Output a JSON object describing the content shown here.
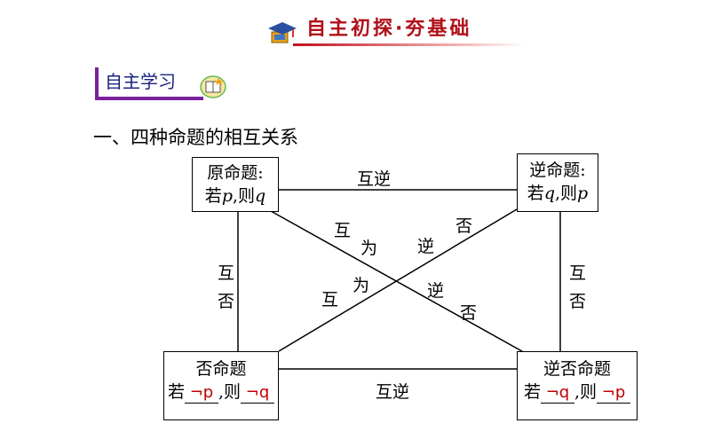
{
  "banner": {
    "title": "自主初探·夯基础",
    "icon": "graduation-cap-icon"
  },
  "section_tag": {
    "label": "自主学习",
    "icon": "book-icon"
  },
  "heading": "一、四种命题的相互关系",
  "boxes": {
    "original": {
      "line1": "原命题:",
      "line2_prefix": "若",
      "p": "p",
      "sep": ",则",
      "q": "q"
    },
    "converse": {
      "line1": "逆命题:",
      "line2_prefix": "若",
      "q": "q",
      "sep": ",则",
      "p": "p"
    },
    "inverse": {
      "line1": "否命题",
      "line2_prefix": "若",
      "blank1": "¬p",
      "sep": ",则",
      "blank2": "¬q"
    },
    "contrapositive": {
      "line1": "逆否命题",
      "line2_prefix": "若",
      "blank1": "¬q",
      "sep": ",则",
      "blank2": "¬p"
    }
  },
  "edge_labels": {
    "top": "互逆",
    "bottom": "互逆",
    "left": [
      "互",
      "否"
    ],
    "right": [
      "互",
      "否"
    ],
    "diag_a": [
      "互",
      "为",
      "逆",
      "否"
    ],
    "diag_b": [
      "否",
      "逆",
      "为",
      "互"
    ]
  },
  "colors": {
    "banner_red": "#b0101a",
    "answer_red": "#c00000",
    "tag_purple": "#7a1f9b",
    "tag_text": "#1a237e"
  }
}
